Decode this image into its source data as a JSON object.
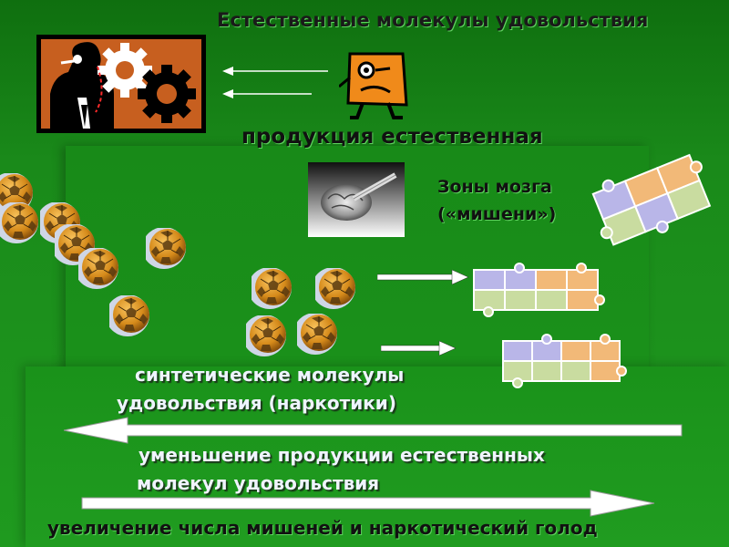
{
  "slide": {
    "title": "Естественные молекулы удовольствия",
    "subtitle": "продукция  естественная",
    "zones_line1": "Зоны мозга",
    "zones_line2": "(«мишени»)",
    "synthetic_line1": "синтетические молекулы",
    "synthetic_line2": "удовольствия    (наркотики)",
    "decrease_line1": "уменьшение продукции естественных",
    "decrease_line2": "молекул удовольствия",
    "increase": "увеличение числа мишеней и наркотический голод"
  },
  "colors": {
    "background": "#1e8a1e",
    "molecule": "#d58a1a",
    "puzzle_purple": "#b9b6e8",
    "puzzle_orange": "#f2b978",
    "puzzle_green": "#c9dca0",
    "face": "#f08a1a",
    "worker_frame": "#c75f1f"
  },
  "icons": [
    "worker-gear-icon",
    "smiley-face-icon",
    "brain-syringe-icon",
    "molecule-icon",
    "puzzle-icon"
  ]
}
